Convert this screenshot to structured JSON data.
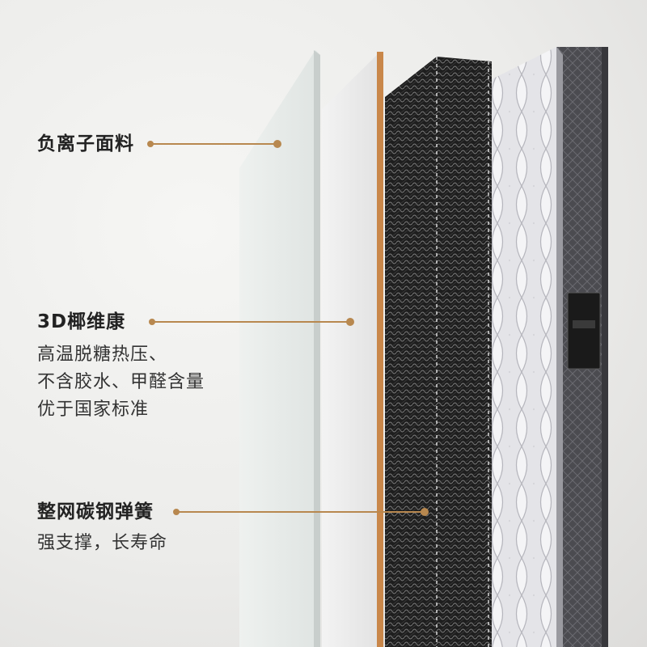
{
  "callouts": [
    {
      "id": "anion-fabric",
      "title": "负离子面料",
      "desc": []
    },
    {
      "id": "coir-3d",
      "title": "3D椰维康",
      "desc": [
        "高温脱糖热压、",
        "不含胶水、甲醛含量",
        "优于国家标准"
      ]
    },
    {
      "id": "carbon-spring",
      "title": "整网碳钢弹簧",
      "desc": [
        "强支撑，长寿命"
      ]
    }
  ],
  "colors": {
    "accent": "#b8884f",
    "fabric_layer": "#e4e8e6",
    "coir_edge": "#c9874a",
    "spring_layer": "#2a2a2a",
    "quilt_top": "#dcdce0",
    "side_border": "#505054"
  }
}
